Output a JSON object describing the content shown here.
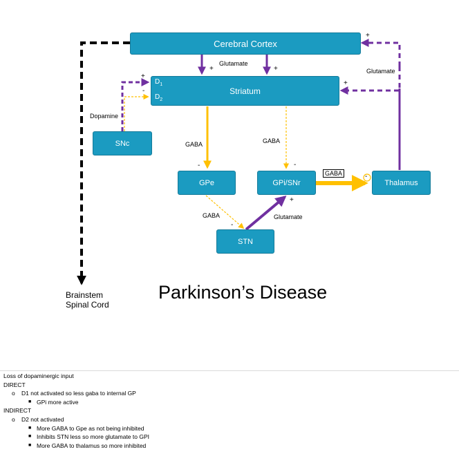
{
  "nodes": {
    "cortex": "Cerebral Cortex",
    "striatum": "Striatum",
    "d1": "D1",
    "d2": "D2",
    "snc": "SNc",
    "gpe": "GPe",
    "gpi": "GPi/SNr",
    "thalamus": "Thalamus",
    "stn": "STN"
  },
  "labels": {
    "glutamate_cortex": "Glutamate",
    "glutamate_thal": "Glutamate",
    "glutamate_stn": "Glutamate",
    "dopamine": "Dopamine",
    "gaba_gpe": "GABA",
    "gaba_gpi": "GABA",
    "gaba_thal": "GABA",
    "gaba_stn": "GABA"
  },
  "signs": {
    "plus": "+",
    "minus": "-"
  },
  "title": "Parkinson’s Disease",
  "outputs": [
    "Brainstem",
    "Spinal Cord"
  ],
  "notes": {
    "heading": "Loss of dopaminergic input",
    "direct": "DIRECT",
    "direct_item": "D1 not activated so less gaba to internal GP",
    "direct_sub": "GPi more active",
    "indirect": "INDIRECT",
    "indirect_item": "D2 not activated",
    "indirect_subs": [
      "More GABA to Gpe as not being inhibited",
      "Inhibits STN less so more glutamate to GPI",
      "More GABA to thalamus so more inhibited"
    ]
  },
  "colors": {
    "box": "#1b9bc1",
    "purple": "#7030a0",
    "gold": "#ffc000",
    "black": "#000000"
  }
}
